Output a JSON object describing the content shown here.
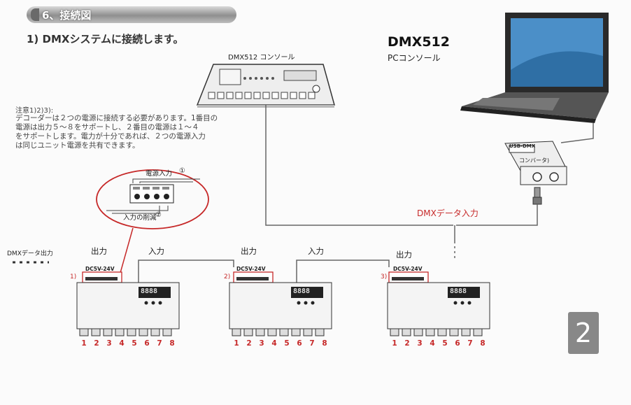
{
  "header": {
    "section_title": "6、接続図",
    "subtitle": "1) DMXシステムに接続します。"
  },
  "pc": {
    "title": "DMX512",
    "label": "PCコンソール"
  },
  "console": {
    "label": "DMX512 コンソール"
  },
  "converter": {
    "top_text": "USB-DMX",
    "label": "コンバータ)"
  },
  "note": {
    "heading": "注意1)2)3):",
    "lines": [
      "デコーダーは２つの電源に接続する必要があります。1番目の",
      "電源は出力５～８をサポートし、２番目の電源は１～４",
      "をサポートします。電力が十分であれば、２つの電源入力",
      "は同じユニット電源を共有できます。"
    ]
  },
  "callout": {
    "power_input": "電源入力",
    "input_cut": "入力の削減",
    "circ_1": "①",
    "circ_2": "②"
  },
  "labels": {
    "dmx_data_input": "DMXデータ入力",
    "dmx_data_output": "DMXデータ出力",
    "output": "出力",
    "input": "入力"
  },
  "decoders": [
    {
      "index": "1)",
      "power_label": "DC5V-24V",
      "display": "8888"
    },
    {
      "index": "2)",
      "power_label": "DC5V-24V",
      "display": "8888"
    },
    {
      "index": "3)",
      "power_label": "DC5V-24V",
      "display": "8888"
    }
  ],
  "channels": [
    "1",
    "2",
    "3",
    "4",
    "5",
    "6",
    "7",
    "8"
  ],
  "page_number": "2"
}
